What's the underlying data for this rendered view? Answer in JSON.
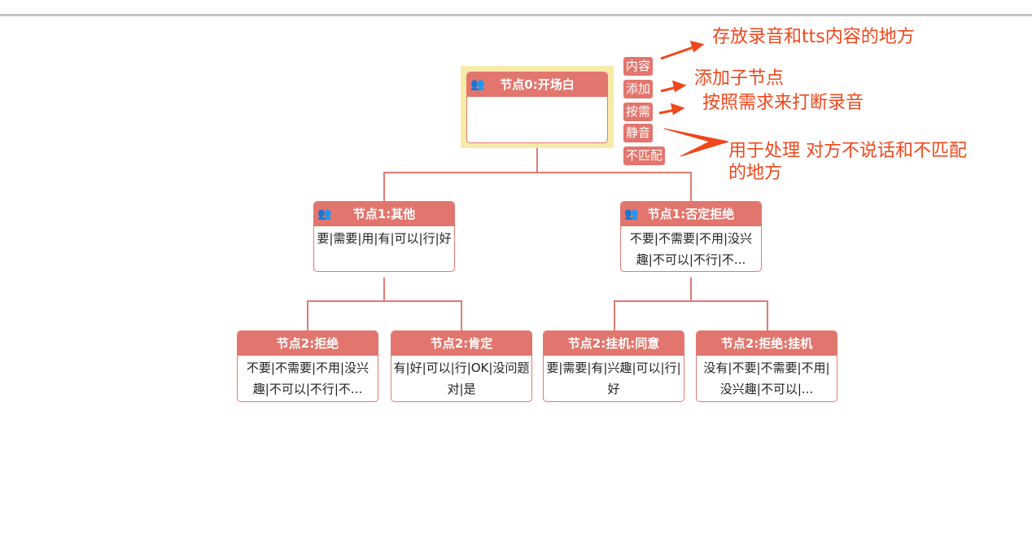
{
  "root": {
    "title": "节点0:开场白",
    "content": ""
  },
  "level1": [
    {
      "title": "节点1:其他",
      "content": "要|需要|用|有|可以|行|好"
    },
    {
      "title": "节点1:否定拒绝",
      "content": "不要|不需要|不用|没兴趣|不可以|不行|不..."
    }
  ],
  "level2": [
    {
      "title": "节点2:拒绝",
      "content": "不要|不需要|不用|没兴趣|不可以|不行|不..."
    },
    {
      "title": "节点2:肯定",
      "content": "有|好|可以|行|OK|没问题对|是"
    },
    {
      "title": "节点2:挂机:同意",
      "content": "要|需要|有|兴趣|可以|行|好"
    },
    {
      "title": "节点2:拒绝:挂机",
      "content": "没有|不要|不需要|不用|没兴趣|不可以|..."
    }
  ],
  "tags": [
    "内容",
    "添加",
    "按需",
    "静音",
    "不匹配"
  ],
  "annotations": {
    "content": "存放录音和tts内容的地方",
    "add": "添加子节点",
    "ondemand": "按照需求来打断录音",
    "silence_line1": "用于处理 对方不说话和不匹配",
    "silence_line2": "的地方"
  },
  "colors": {
    "node": "#e2756d",
    "annotation": "#f0471c",
    "highlight": "#f8eaa8"
  }
}
